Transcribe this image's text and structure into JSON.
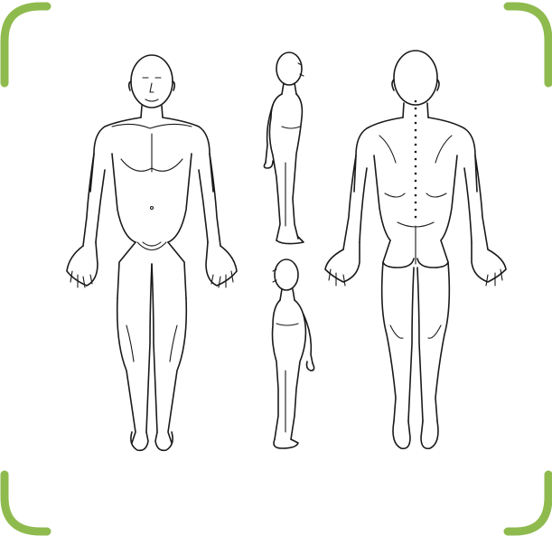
{
  "colors": {
    "frame_corner": "#8fba4e",
    "ink": "#1a1a1a",
    "background": "#ffffff"
  },
  "figures": [
    {
      "view": "front",
      "icon": "human-body-front-icon"
    },
    {
      "view": "right-side",
      "icon": "human-body-side-icon"
    },
    {
      "view": "left-side",
      "icon": "human-body-side-icon"
    },
    {
      "view": "back",
      "icon": "human-body-back-icon"
    }
  ]
}
